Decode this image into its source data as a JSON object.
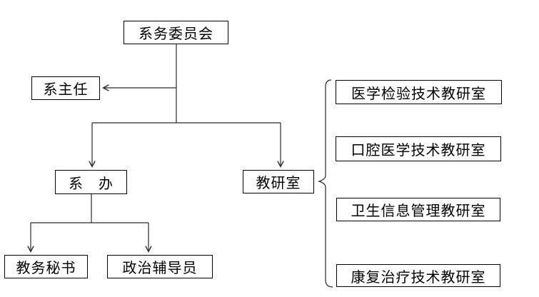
{
  "diagram": {
    "type": "org-chart",
    "background_color": "#ffffff",
    "line_color": "#2b2b2b",
    "box_border_color": "#000000",
    "text_color": "#000000",
    "nodes": {
      "committee": {
        "label": "系务委员会"
      },
      "director": {
        "label": "系主任"
      },
      "office": {
        "label": "系　办"
      },
      "teaching_research": {
        "label": "教研室"
      },
      "secretary": {
        "label": "教务秘书"
      },
      "counselor": {
        "label": "政治辅导员"
      },
      "dept_rooms": [
        {
          "label": "医学检验技术教研室"
        },
        {
          "label": "口腔医学技术教研室"
        },
        {
          "label": "卫生信息管理教研室"
        },
        {
          "label": "康复治疗技术教研室"
        }
      ]
    },
    "edges": [
      "committee -> director (arrow left)",
      "committee -> office (arrow down)",
      "committee -> teaching_research (arrow down)",
      "office -> secretary (arrow down)",
      "office -> counselor (arrow down)",
      "teaching_research -> dept_rooms (brace)"
    ]
  }
}
